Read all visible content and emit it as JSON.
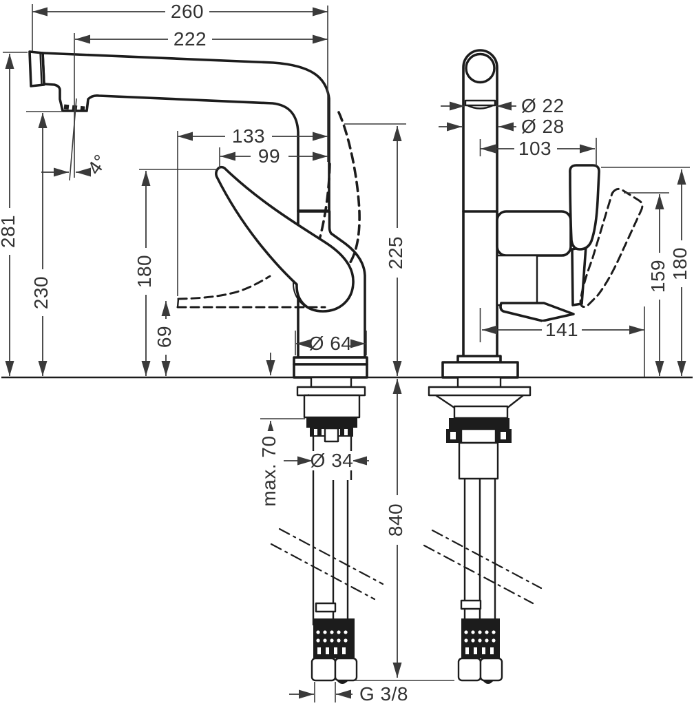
{
  "drawing": {
    "kind": "faucet installation dimension drawing",
    "units_note": "",
    "side_view": {
      "dims": {
        "total_reach": "260",
        "spout_reach": "222",
        "reach_133": "133",
        "reach_99": "99",
        "spray_angle": "4°",
        "height_281": "281",
        "height_230": "230",
        "height_180": "180",
        "height_69": "69",
        "height_225": "225",
        "base_diameter": "Ø 64",
        "max_deck_thickness": "max. 70",
        "hole_diameter": "Ø 34",
        "hose_length": "840",
        "connection_thread": "G 3/8"
      }
    },
    "front_view": {
      "dims": {
        "aerator_diameter": "Ø 22",
        "spout_diameter": "Ø 28",
        "handle_offset": "103",
        "handle_reach": "141",
        "height_159": "159",
        "height_180": "180"
      }
    },
    "colors": {
      "line": "#1c1c1c",
      "dimension": "#3a3a3a",
      "background": "#ffffff"
    }
  }
}
